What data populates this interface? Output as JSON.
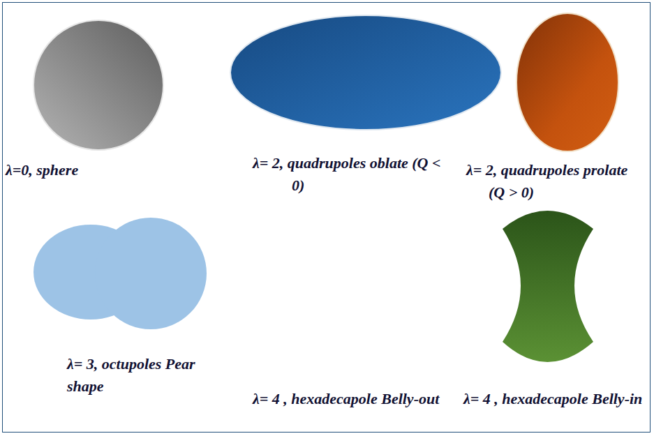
{
  "diagram": {
    "labels": [
      "λ=0, sphere",
      "λ= 2, quadrupoles oblate (Q < 0)",
      "λ= 2, quadrupoles prolate (Q > 0)",
      "λ= 3, octupoles Pear shape",
      "λ= 4 , hexadecapole Belly-out",
      "λ= 4 , hexadecapole Belly-in"
    ]
  }
}
